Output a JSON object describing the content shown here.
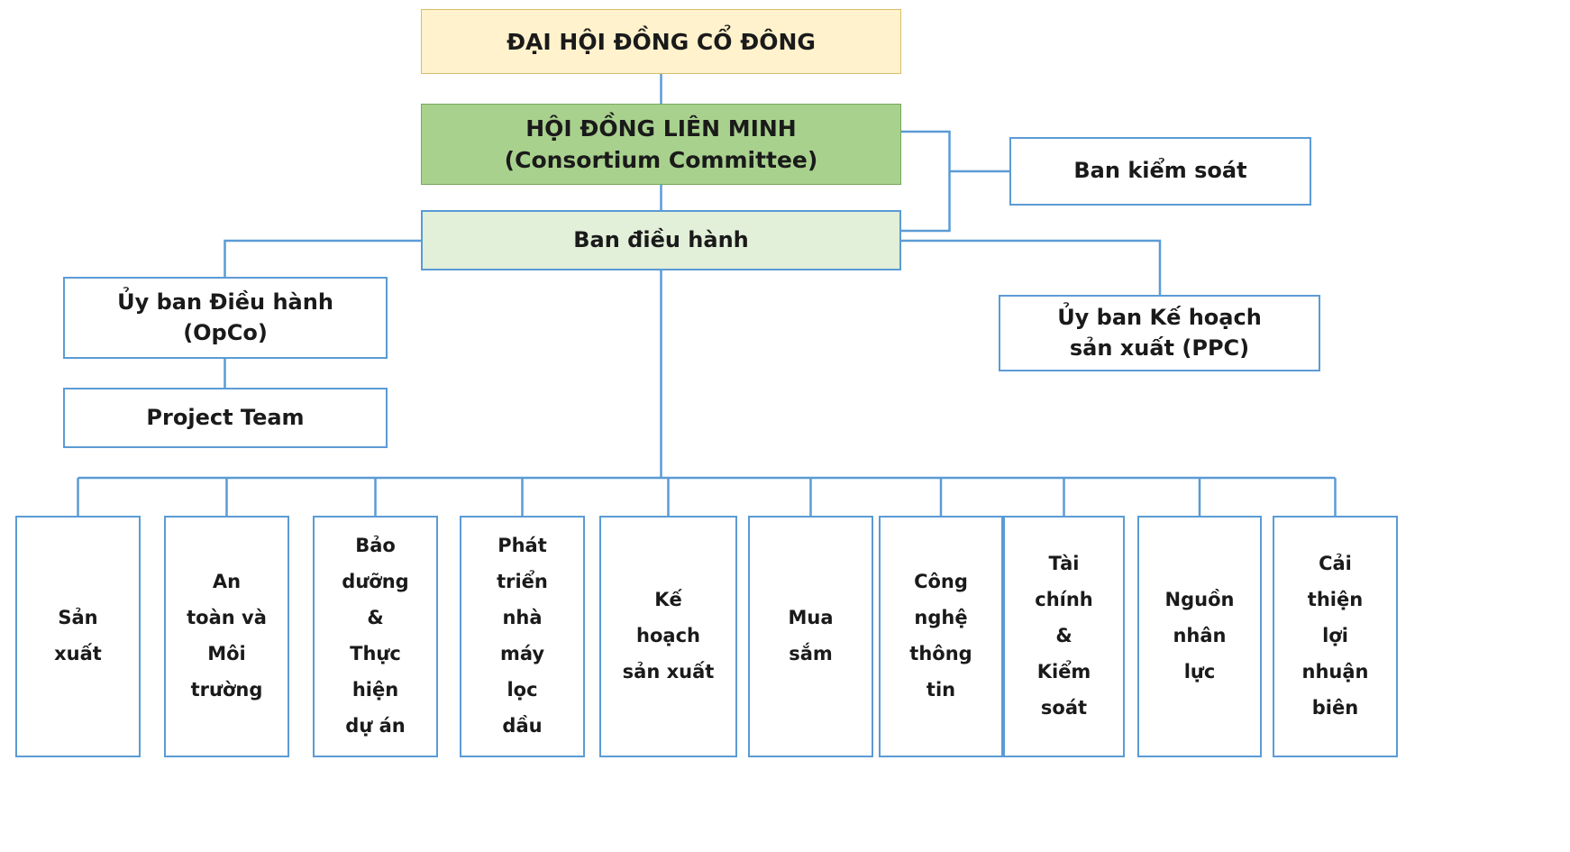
{
  "nodes": {
    "shareholders": "ĐẠI HỘI ĐỒNG CỔ ĐÔNG",
    "consortium": "HỘI ĐỒNG LIÊN MINH\n(Consortium Committee)",
    "control_board": "Ban kiểm soát",
    "executive_board": "Ban điều hành",
    "opco": "Ủy ban Điều hành\n(OpCo)",
    "ppc": "Ủy ban Kế hoạch\nsản xuất (PPC)",
    "project_team": "Project Team",
    "departments": [
      "Sản\nxuất",
      "An\ntoàn và\nMôi\ntrường",
      "Bảo\ndưỡng\n&\nThực\nhiện\ndự án",
      "Phát\ntriển\nnhà\nmáy\nlọc\ndầu",
      "Kế\nhoạch\nsản xuất",
      "Mua\nsắm",
      "Công\nnghệ\nthông\ntin",
      "Tài\nchính\n&\nKiểm\nsoát",
      "Nguồn\nnhân\nlực",
      "Cải\nthiện\nlợi\nnhuận\nbiên"
    ]
  },
  "colors": {
    "shareholders_fill": "#FFF2CC",
    "consortium_fill": "#A9D18E",
    "executive_fill": "#E2EFD9",
    "line": "#5B9BD5",
    "text": "#1A1A1A"
  }
}
